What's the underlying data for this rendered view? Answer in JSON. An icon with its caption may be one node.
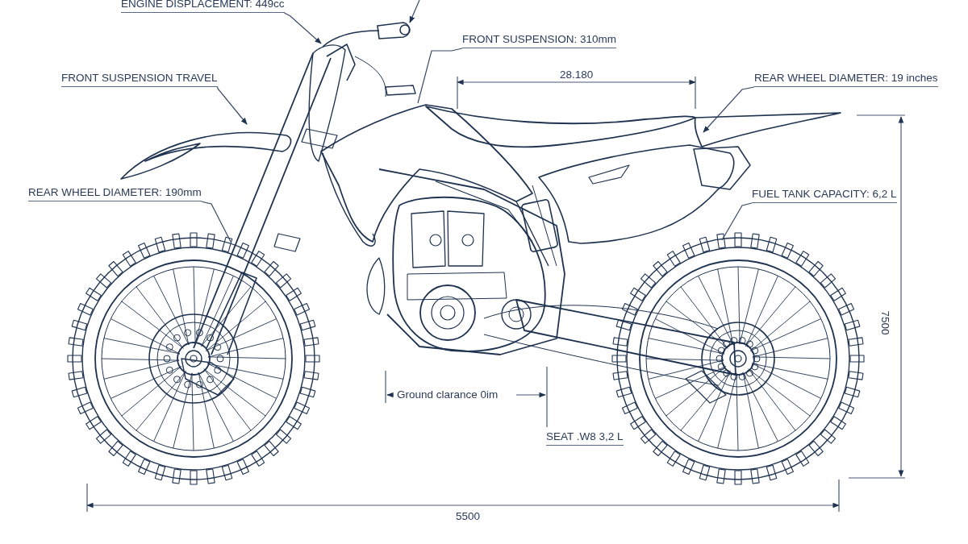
{
  "diagram": {
    "nodes": [
      {
        "text": [
          "ENGINE DISPLACEMENT: 449cc"
        ]
      },
      {
        "text": [
          "FRONT SUSPENSION TRAVEL"
        ]
      },
      {
        "text": [
          "REAR WHEEL DIAMETER: 190mm"
        ]
      },
      {
        "text": [
          "FRONT SUSPENSION: 310mm"
        ]
      },
      {
        "text": [
          "REAR WHEEL DIAMETER: 19 inches"
        ]
      },
      {
        "text": [
          "FUEL TANK CAPACITY: 6,2 L"
        ]
      },
      {
        "text": [],
        "shape": "picture"
      }
    ],
    "edges": [
      {
        "from": 0,
        "to": null,
        "arrow": "to"
      },
      {
        "from": 1,
        "to": null,
        "arrow": "to"
      },
      {
        "from": 2,
        "to": null,
        "arrow": "none"
      },
      {
        "from": 3,
        "to": null,
        "arrow": "none"
      },
      {
        "from": 4,
        "to": null,
        "arrow": "to"
      },
      {
        "from": 5,
        "to": null,
        "arrow": "none"
      },
      {
        "from": null,
        "to": 6,
        "arrow": "to"
      }
    ],
    "labels": [
      "28.180",
      "7500",
      "Ground clarance 0im",
      "SEAT .W8 3,2 L",
      "5500"
    ]
  }
}
